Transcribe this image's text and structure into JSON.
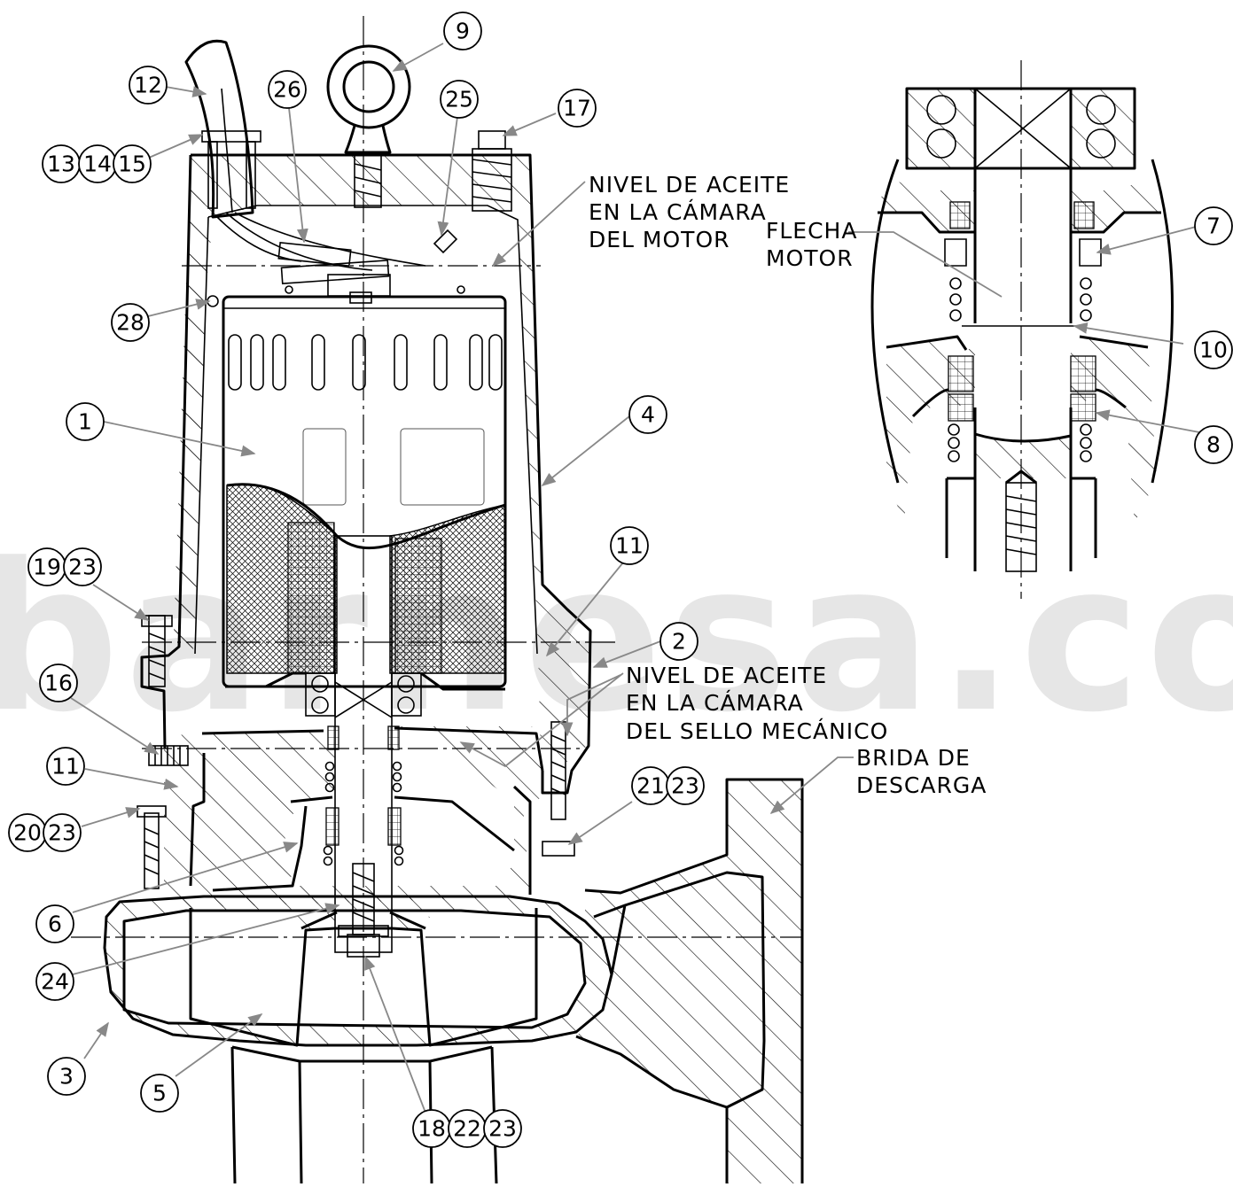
{
  "callouts": [
    {
      "id": "c1",
      "label": "1"
    },
    {
      "id": "c2",
      "label": "2"
    },
    {
      "id": "c3",
      "label": "3"
    },
    {
      "id": "c4",
      "label": "4"
    },
    {
      "id": "c5",
      "label": "5"
    },
    {
      "id": "c6",
      "label": "6"
    },
    {
      "id": "c7",
      "label": "7"
    },
    {
      "id": "c8",
      "label": "8"
    },
    {
      "id": "c9",
      "label": "9"
    },
    {
      "id": "c10",
      "label": "10"
    },
    {
      "id": "c11a",
      "label": "11"
    },
    {
      "id": "c11b",
      "label": "11"
    },
    {
      "id": "c12",
      "label": "12"
    },
    {
      "id": "c13",
      "label": "13"
    },
    {
      "id": "c14",
      "label": "14"
    },
    {
      "id": "c15",
      "label": "15"
    },
    {
      "id": "c16",
      "label": "16"
    },
    {
      "id": "c17",
      "label": "17"
    },
    {
      "id": "c18",
      "label": "18"
    },
    {
      "id": "c19",
      "label": "19"
    },
    {
      "id": "c20",
      "label": "20"
    },
    {
      "id": "c21",
      "label": "21"
    },
    {
      "id": "c22",
      "label": "22"
    },
    {
      "id": "c23a",
      "label": "23"
    },
    {
      "id": "c23b",
      "label": "23"
    },
    {
      "id": "c23c",
      "label": "23"
    },
    {
      "id": "c23d",
      "label": "23"
    },
    {
      "id": "c24",
      "label": "24"
    },
    {
      "id": "c25",
      "label": "25"
    },
    {
      "id": "c26",
      "label": "26"
    },
    {
      "id": "c28",
      "label": "28"
    }
  ],
  "labels": {
    "oil_motor": [
      "NIVEL DE ACEITE",
      "EN LA CÁMARA",
      "DEL MOTOR"
    ],
    "motor_shaft": [
      "FLECHA",
      "MOTOR"
    ],
    "oil_seal": [
      "NIVEL DE ACEITE",
      "EN LA CÁMARA",
      "DEL SELLO MECÁNICO"
    ],
    "discharge_flange": [
      "BRIDA DE",
      "DESCARGA"
    ]
  },
  "watermark": "barnesa.com"
}
